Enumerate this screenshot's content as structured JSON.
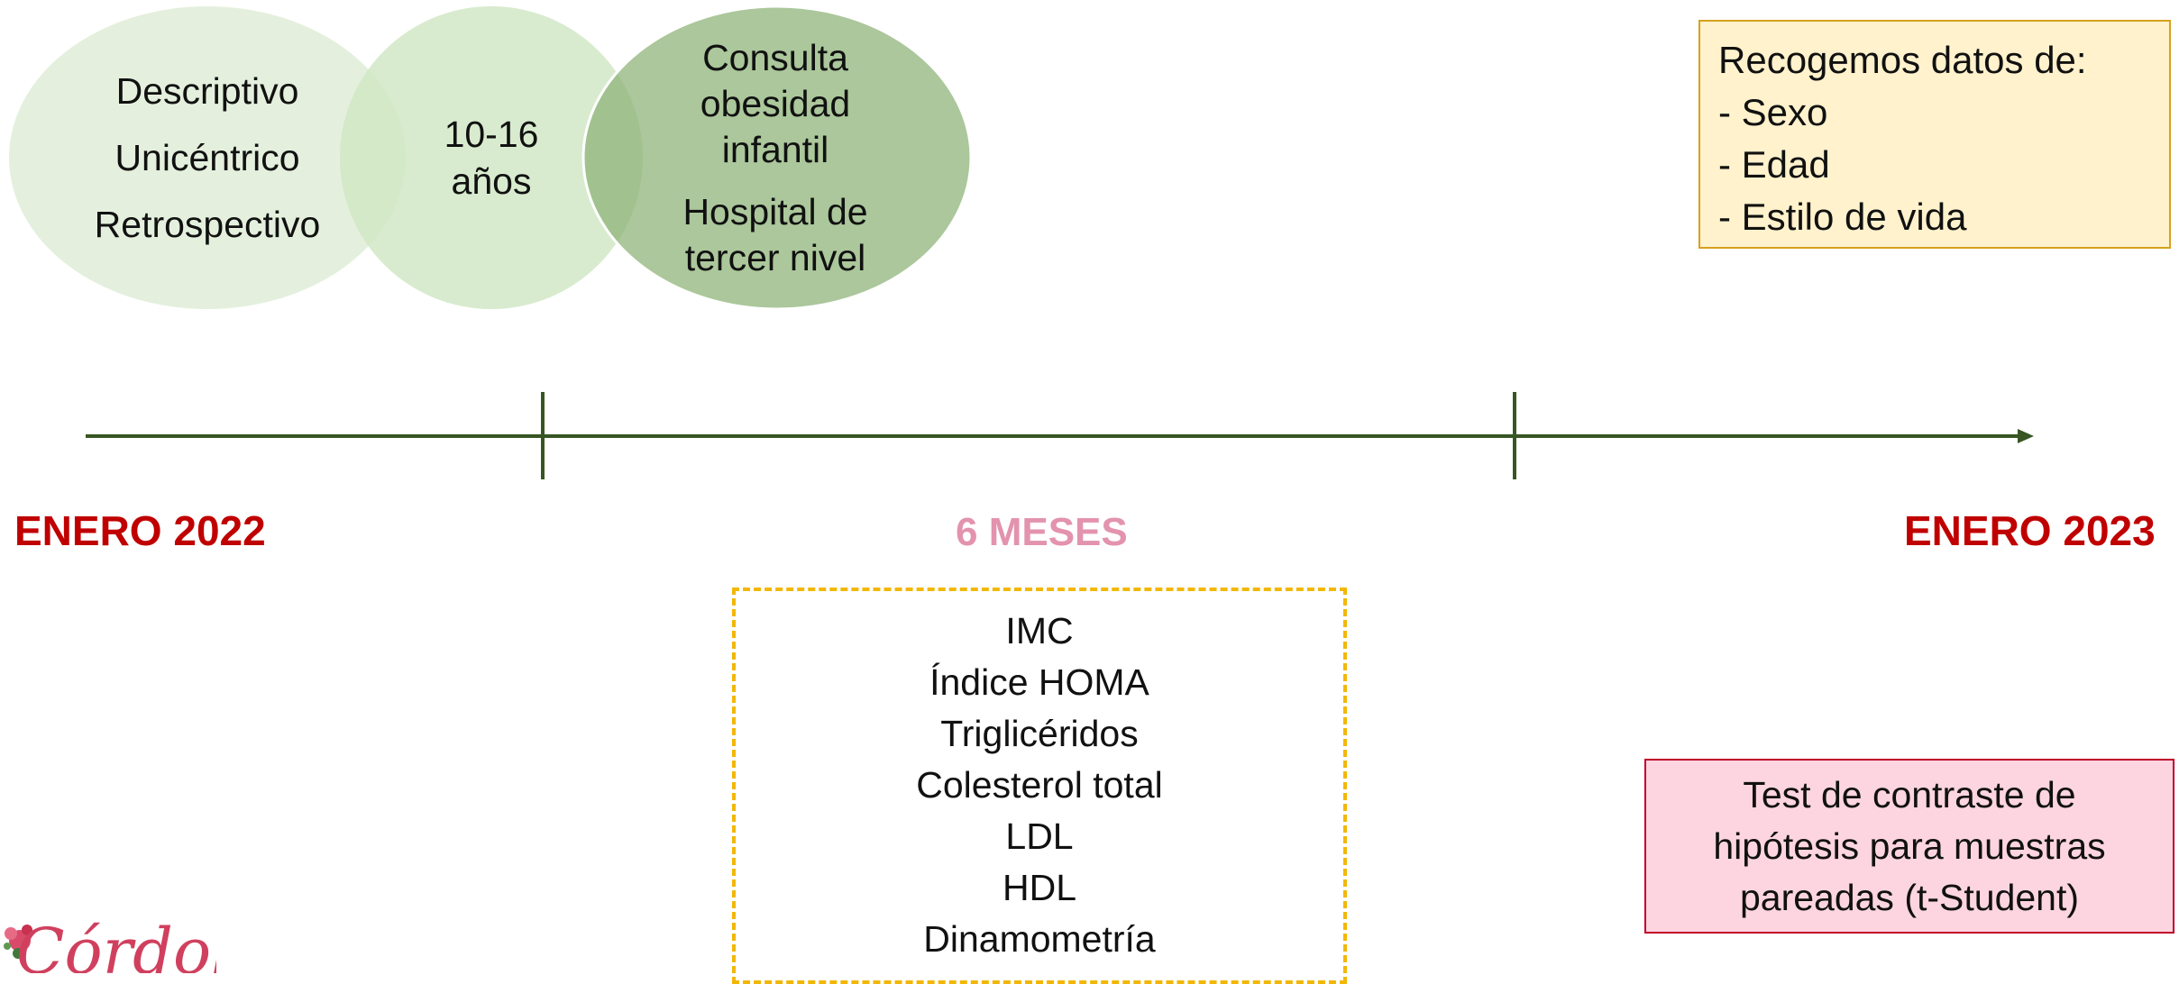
{
  "colors": {
    "circle_light": "#e2efda",
    "circle_mid": "#d3e8c9",
    "circle_dark": "#a9c598",
    "timeline": "#375623",
    "date_red": "#c00000",
    "mid_pink": "#e393ad",
    "yellow_fill": "#fff2cc",
    "pink_fill": "#fcd5e0",
    "dashed_border": "#f2b705"
  },
  "circles": {
    "study_type": [
      "Descriptivo",
      "Unicéntrico",
      "Retrospectivo"
    ],
    "age_range": [
      "10-16",
      "años"
    ],
    "setting": [
      "Consulta",
      "obesidad",
      "infantil",
      "Hospital de",
      "tercer nivel"
    ]
  },
  "data_box": {
    "title": "Recogemos datos de:",
    "items": [
      "- Sexo",
      "- Edad",
      "- Estilo de vida"
    ]
  },
  "timeline": {
    "start_label": "ENERO 2022",
    "middle_label": "6 MESES",
    "end_label": "ENERO 2023"
  },
  "variables": [
    "IMC",
    "Índice HOMA",
    "Triglicéridos",
    "Colesterol total",
    "LDL",
    "HDL",
    "Dinamometría"
  ],
  "stats_box": [
    "Test de contraste de",
    "hipótesis para muestras",
    "pareadas (t-Student)"
  ],
  "logo": {
    "text": "Córdoba",
    "icon": "flower-icon"
  }
}
